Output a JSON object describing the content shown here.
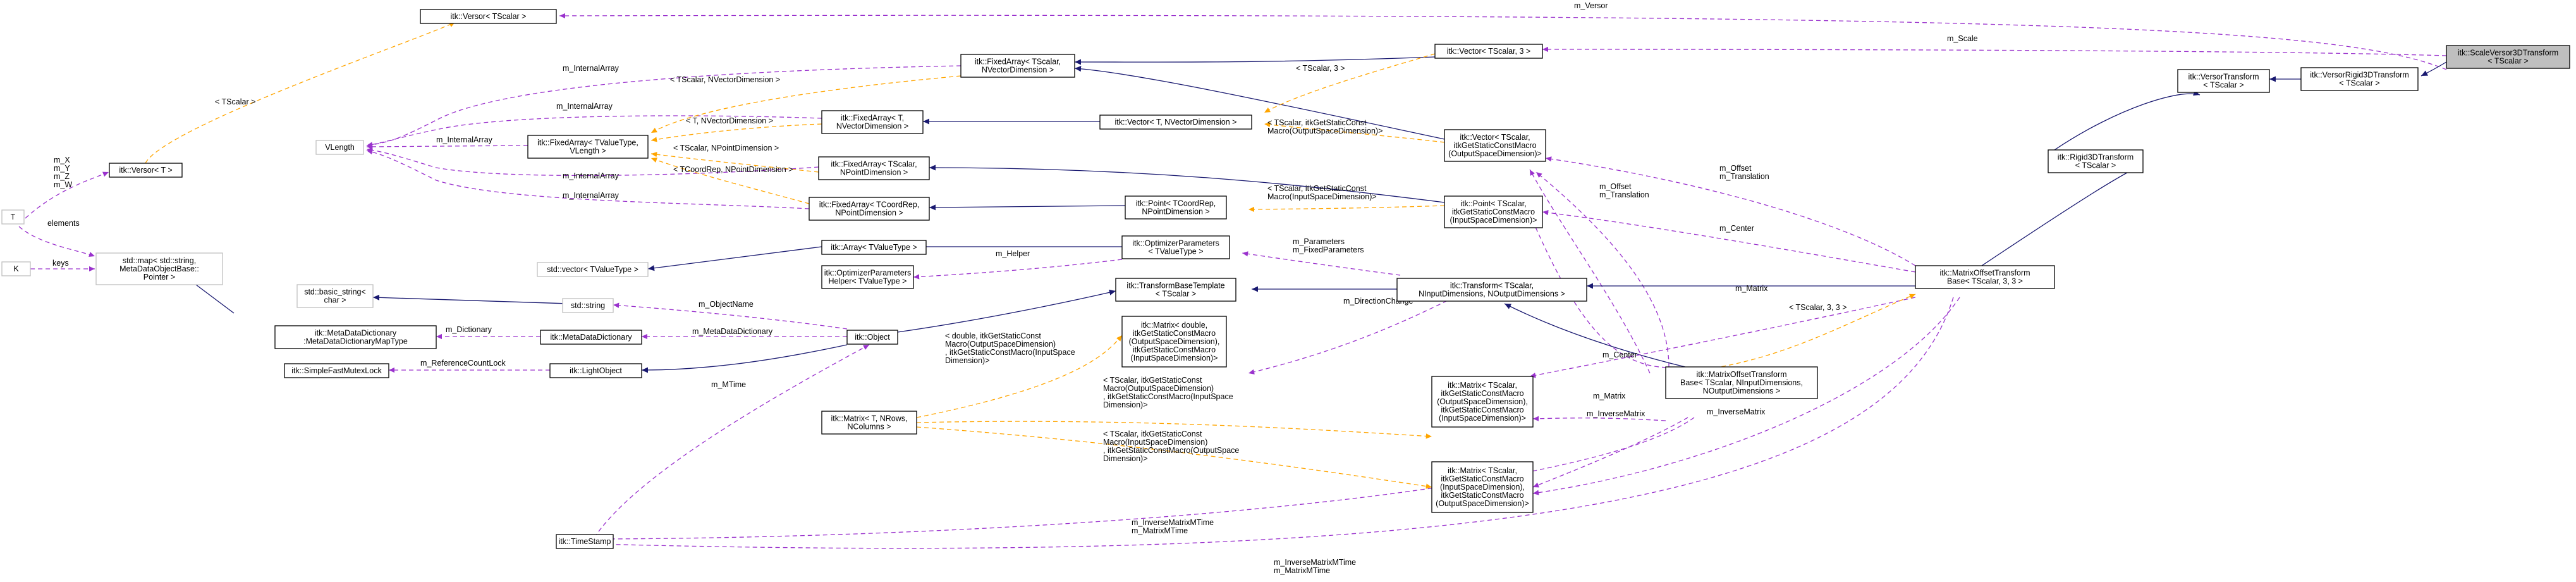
{
  "nodes": [
    {
      "id": "n_versor_tscalar",
      "lines": [
        "itk::Versor< TScalar >"
      ],
      "linked": true
    },
    {
      "id": "n_versor_t",
      "lines": [
        "itk::Versor< T >"
      ],
      "linked": true
    },
    {
      "id": "n_T",
      "lines": [
        "T"
      ],
      "linked": false
    },
    {
      "id": "n_K",
      "lines": [
        "K"
      ],
      "linked": false
    },
    {
      "id": "n_vlength",
      "lines": [
        "VLength"
      ],
      "linked": false
    },
    {
      "id": "n_stdmap",
      "lines": [
        "std::map< std::string,",
        "MetaDataObjectBase::",
        "Pointer >"
      ],
      "linked": false
    },
    {
      "id": "n_fa_tscalar_nvec",
      "lines": [
        "itk::FixedArray< TScalar,",
        "NVectorDimension >"
      ],
      "linked": true
    },
    {
      "id": "n_fa_t_nvec",
      "lines": [
        "itk::FixedArray< T,",
        "NVectorDimension >"
      ],
      "linked": true
    },
    {
      "id": "n_fa_tvalue",
      "lines": [
        "itk::FixedArray< TValueType,",
        "VLength >"
      ],
      "linked": true
    },
    {
      "id": "n_fa_tscalar_npoint",
      "lines": [
        "itk::FixedArray< TScalar,",
        "NPointDimension >"
      ],
      "linked": true
    },
    {
      "id": "n_fa_tcoordrep",
      "lines": [
        "itk::FixedArray< TCoordRep,",
        "NPointDimension >"
      ],
      "linked": true
    },
    {
      "id": "n_std_vector",
      "lines": [
        "std::vector< TValueType >"
      ],
      "linked": false
    },
    {
      "id": "n_array",
      "lines": [
        "itk::Array< TValueType >"
      ],
      "linked": true
    },
    {
      "id": "n_opt_helper",
      "lines": [
        "itk::OptimizerParameters",
        "Helper< TValueType >"
      ],
      "linked": true
    },
    {
      "id": "n_basic_string",
      "lines": [
        "std::basic_string<",
        "char >"
      ],
      "linked": false
    },
    {
      "id": "n_std_string",
      "lines": [
        "std::string"
      ],
      "linked": false
    },
    {
      "id": "n_mdd_map",
      "lines": [
        "itk::MetaDataDictionary",
        ":MetaDataDictionaryMapType"
      ],
      "linked": true
    },
    {
      "id": "n_mdd",
      "lines": [
        "itk::MetaDataDictionary"
      ],
      "linked": true
    },
    {
      "id": "n_sfml",
      "lines": [
        "itk::SimpleFastMutexLock"
      ],
      "linked": true
    },
    {
      "id": "n_lightobject",
      "lines": [
        "itk::LightObject"
      ],
      "linked": true
    },
    {
      "id": "n_timestamp",
      "lines": [
        "itk::TimeStamp"
      ],
      "linked": true
    },
    {
      "id": "n_matrix_tnr",
      "lines": [
        "itk::Matrix< T, NRows,",
        "NColumns >"
      ],
      "linked": true
    },
    {
      "id": "n_object",
      "lines": [
        "itk::Object"
      ],
      "linked": true
    },
    {
      "id": "n_vector_t_nvec",
      "lines": [
        "itk::Vector< T, NVectorDimension >"
      ],
      "linked": true
    },
    {
      "id": "n_point_tcoord",
      "lines": [
        "itk::Point< TCoordRep,",
        "NPointDimension >"
      ],
      "linked": true
    },
    {
      "id": "n_opt_params",
      "lines": [
        "itk::OptimizerParameters",
        "< TValueType >"
      ],
      "linked": true
    },
    {
      "id": "n_tbt",
      "lines": [
        "itk::TransformBaseTemplate",
        "< TScalar >"
      ],
      "linked": true
    },
    {
      "id": "n_matrix_double",
      "lines": [
        "itk::Matrix< double,",
        "itkGetStaticConstMacro",
        "(OutputSpaceDimension),",
        "itkGetStaticConstMacro",
        "(InputSpaceDimension)>"
      ],
      "linked": true
    },
    {
      "id": "n_vector_tscalar3",
      "lines": [
        "itk::Vector< TScalar, 3 >"
      ],
      "linked": true
    },
    {
      "id": "n_vector_outdim",
      "lines": [
        "itk::Vector< TScalar,",
        "itkGetStaticConstMacro",
        "(OutputSpaceDimension)>"
      ],
      "linked": true
    },
    {
      "id": "n_point_indim",
      "lines": [
        "itk::Point< TScalar,",
        "itkGetStaticConstMacro",
        "(InputSpaceDimension)>"
      ],
      "linked": true
    },
    {
      "id": "n_transform",
      "lines": [
        "itk::Transform< TScalar,",
        "NInputDimensions, NOutputDimensions >"
      ],
      "linked": true
    },
    {
      "id": "n_matrix_out_in",
      "lines": [
        "itk::Matrix< TScalar,",
        "itkGetStaticConstMacro",
        "(OutputSpaceDimension),",
        "itkGetStaticConstMacro",
        "(InputSpaceDimension)>"
      ],
      "linked": true
    },
    {
      "id": "n_matrix_in_out",
      "lines": [
        "itk::Matrix< TScalar,",
        "itkGetStaticConstMacro",
        "(InputSpaceDimension),",
        "itkGetStaticConstMacro",
        "(OutputSpaceDimension)>"
      ],
      "linked": true
    },
    {
      "id": "n_mot_n",
      "lines": [
        "itk::MatrixOffsetTransform",
        "Base< TScalar, NInputDimensions,",
        "NOutputDimensions >"
      ],
      "linked": true
    },
    {
      "id": "n_versor_transform",
      "lines": [
        "itk::VersorTransform",
        "< TScalar >"
      ],
      "linked": true
    },
    {
      "id": "n_rigid3d",
      "lines": [
        "itk::Rigid3DTransform",
        "< TScalar >"
      ],
      "linked": true
    },
    {
      "id": "n_mot_333",
      "lines": [
        "itk::MatrixOffsetTransform",
        "Base< TScalar, 3, 3 >"
      ],
      "linked": true
    },
    {
      "id": "n_versor_rigid3d",
      "lines": [
        "itk::VersorRigid3DTransform",
        "< TScalar >"
      ],
      "linked": true
    },
    {
      "id": "n_scale_versor3d",
      "lines": [
        "itk::ScaleVersor3DTransform",
        "< TScalar >"
      ],
      "linked": false
    }
  ],
  "edge_labels": [
    {
      "id": "l_tscalar_orange",
      "lines": [
        "< TScalar >"
      ]
    },
    {
      "id": "l_mx",
      "lines": [
        "m_X",
        "m_Y",
        "m_Z",
        "m_W"
      ]
    },
    {
      "id": "l_elements",
      "lines": [
        "elements"
      ]
    },
    {
      "id": "l_keys",
      "lines": [
        "keys"
      ]
    },
    {
      "id": "l_internal1",
      "lines": [
        "m_InternalArray"
      ]
    },
    {
      "id": "l_internal2",
      "lines": [
        "m_InternalArray"
      ]
    },
    {
      "id": "l_internal3",
      "lines": [
        "m_InternalArray"
      ]
    },
    {
      "id": "l_internal4",
      "lines": [
        "m_InternalArray"
      ]
    },
    {
      "id": "l_internal5",
      "lines": [
        "m_InternalArray"
      ]
    },
    {
      "id": "l_tmpl_nvec",
      "lines": [
        "< TScalar, NVectorDimension >"
      ]
    },
    {
      "id": "l_tmpl_t_nvec",
      "lines": [
        "< T, NVectorDimension >"
      ]
    },
    {
      "id": "l_tmpl_npoint",
      "lines": [
        "< TScalar, NPointDimension >"
      ]
    },
    {
      "id": "l_tmpl_coord",
      "lines": [
        "< TCoordRep, NPointDimension >"
      ]
    },
    {
      "id": "l_tscalar3",
      "lines": [
        "< TScalar, 3 >"
      ]
    },
    {
      "id": "l_tmpl_vec_out",
      "lines": [
        "< TScalar, itkGetStaticConst",
        "Macro(OutputSpaceDimension)>"
      ]
    },
    {
      "id": "l_tmpl_pt_in",
      "lines": [
        "< TScalar, itkGetStaticConst",
        "Macro(InputSpaceDimension)>"
      ]
    },
    {
      "id": "l_helper",
      "lines": [
        "m_Helper"
      ]
    },
    {
      "id": "l_objectname",
      "lines": [
        "m_ObjectName"
      ]
    },
    {
      "id": "l_dictionary",
      "lines": [
        "m_Dictionary"
      ]
    },
    {
      "id": "l_mdd",
      "lines": [
        "m_MetaDataDictionary"
      ]
    },
    {
      "id": "l_refcount",
      "lines": [
        "m_ReferenceCountLock"
      ]
    },
    {
      "id": "l_mtime",
      "lines": [
        "m_MTime"
      ]
    },
    {
      "id": "l_tmpl_double",
      "lines": [
        "< double, itkGetStaticConst",
        "Macro(OutputSpaceDimension)",
        ", itkGetStaticConstMacro(InputSpace",
        "Dimension)>"
      ]
    },
    {
      "id": "l_tmpl_out_in",
      "lines": [
        "< TScalar, itkGetStaticConst",
        "Macro(OutputSpaceDimension)",
        ", itkGetStaticConstMacro(InputSpace",
        "Dimension)>"
      ]
    },
    {
      "id": "l_tmpl_in_out",
      "lines": [
        "< TScalar, itkGetStaticConst",
        "Macro(InputSpaceDimension)",
        ", itkGetStaticConstMacro(OutputSpace",
        "Dimension)>"
      ]
    },
    {
      "id": "l_params",
      "lines": [
        "m_Parameters",
        "m_FixedParameters"
      ]
    },
    {
      "id": "l_dirchange",
      "lines": [
        "m_DirectionChange"
      ]
    },
    {
      "id": "l_versor",
      "lines": [
        "m_Versor"
      ]
    },
    {
      "id": "l_scale",
      "lines": [
        "m_Scale"
      ]
    },
    {
      "id": "l_offset_trans",
      "lines": [
        "m_Offset",
        "m_Translation"
      ]
    },
    {
      "id": "l_offset",
      "lines": [
        "m_Offset"
      ]
    },
    {
      "id": "l_translation",
      "lines": [
        "m_Translation"
      ]
    },
    {
      "id": "l_center1",
      "lines": [
        "m_Center"
      ]
    },
    {
      "id": "l_center2",
      "lines": [
        "m_Center"
      ]
    },
    {
      "id": "l_matrix1",
      "lines": [
        "m_Matrix"
      ]
    },
    {
      "id": "l_matrix2",
      "lines": [
        "m_Matrix"
      ]
    },
    {
      "id": "l_inverse1",
      "lines": [
        "m_InverseMatrix"
      ]
    },
    {
      "id": "l_inverse2",
      "lines": [
        "m_InverseMatrix"
      ]
    },
    {
      "id": "l_tscalar33",
      "lines": [
        "< TScalar, 3, 3 >"
      ]
    },
    {
      "id": "l_invmtime1",
      "lines": [
        "m_InverseMatrixMTime",
        "m_MatrixMTime"
      ]
    },
    {
      "id": "l_invmtime2",
      "lines": [
        "m_InverseMatrixMTime",
        "m_MatrixMTime"
      ]
    }
  ],
  "colors": {
    "inheritance": "#191970",
    "usage": "#9a32cd",
    "template": "#ffa500",
    "highlight_fill": "#bfbfbf",
    "external_border": "#bfbfbf"
  }
}
